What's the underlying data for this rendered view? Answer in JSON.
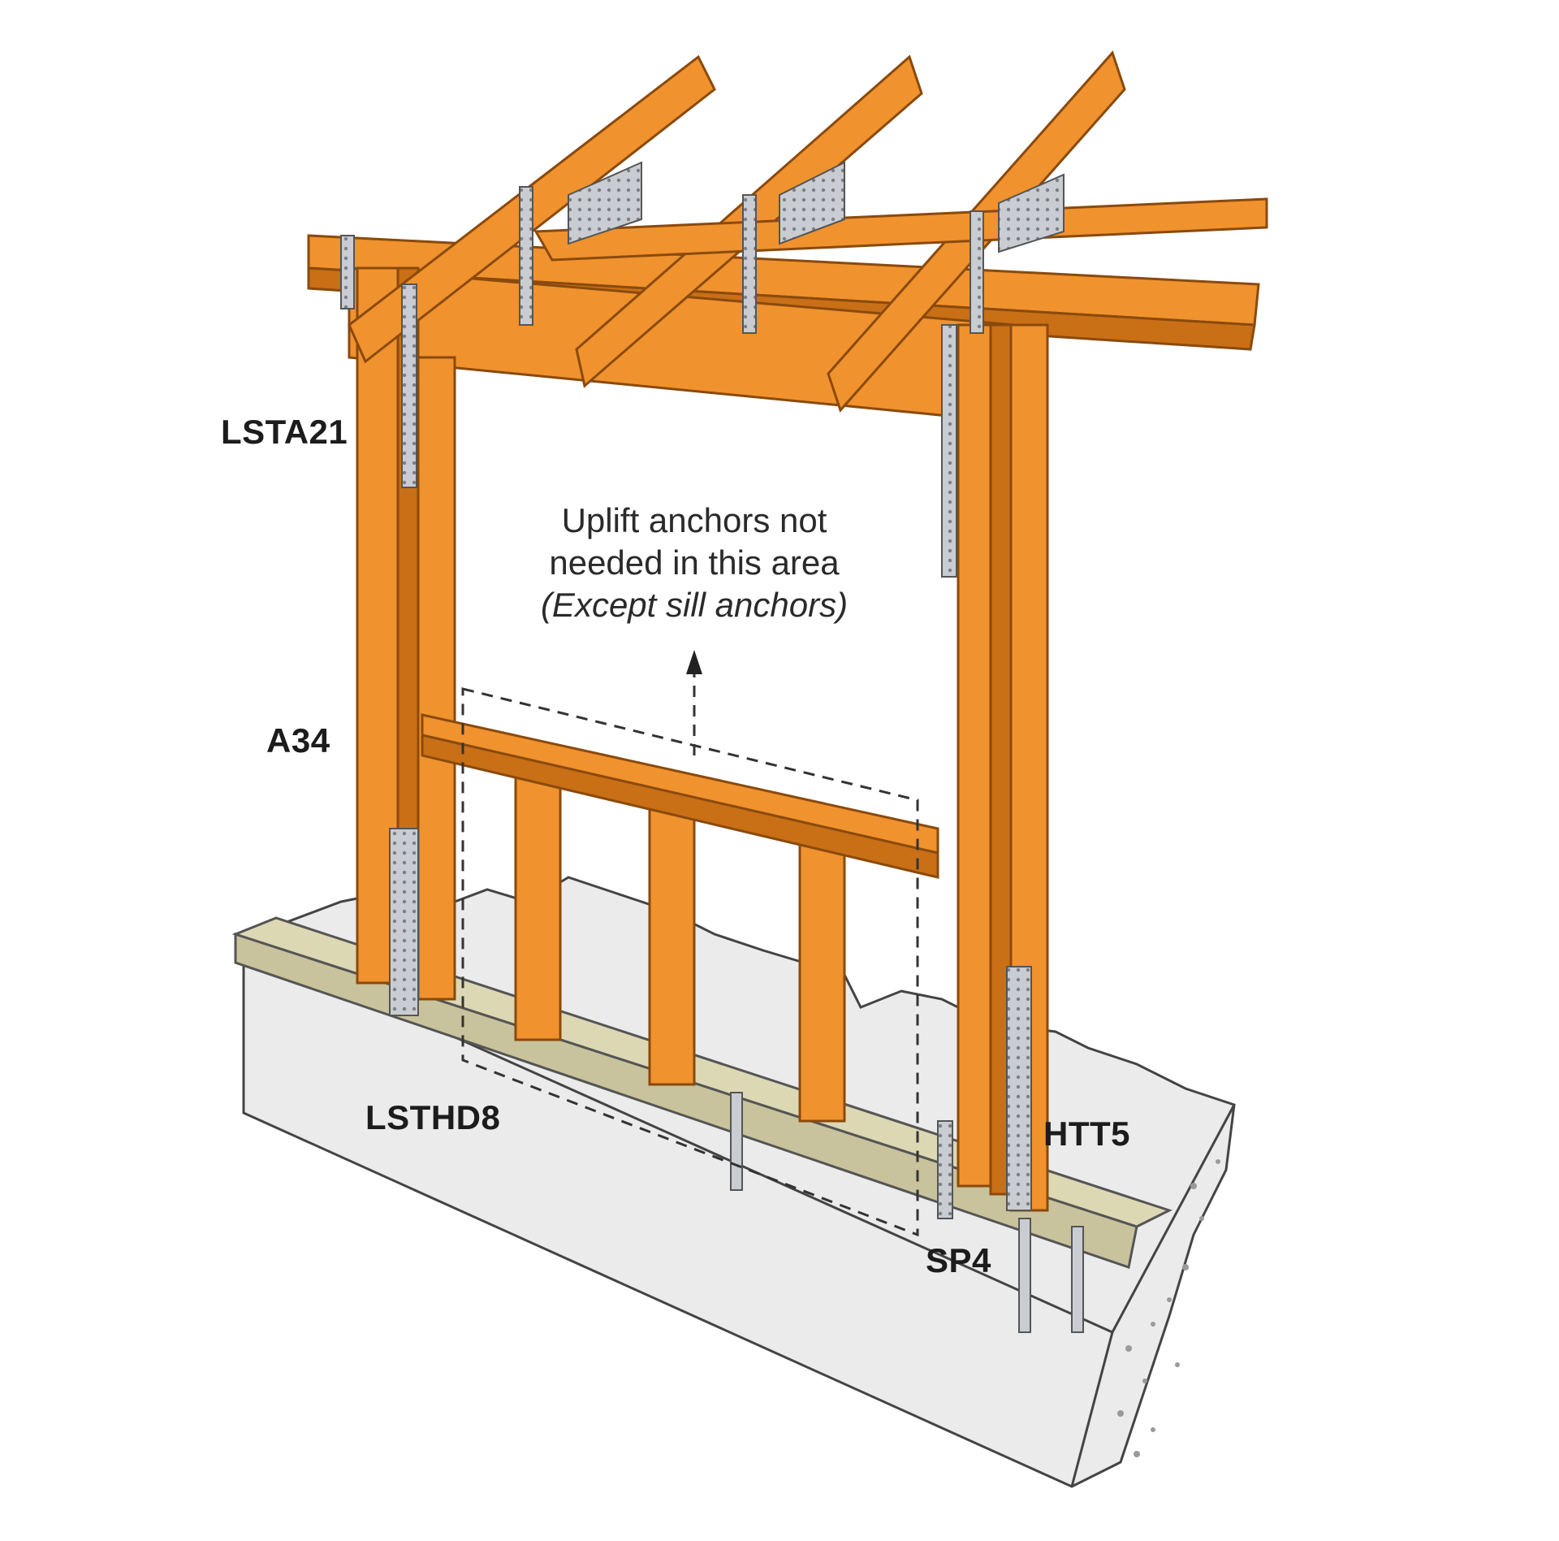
{
  "labels": {
    "lsta21": "LSTA21",
    "a34": "A34",
    "lsthd8": "LSTHD8",
    "htt5": "HTT5",
    "sp4": "SP4"
  },
  "note": {
    "line1": "Uplift anchors not",
    "line2": "needed in this area",
    "line3": "(Except sill anchors)"
  },
  "colors": {
    "lumber": "#f0922e",
    "lumber_dark": "#c96f16",
    "lumber_edge": "#8a4a0c",
    "metal": "#c9cdd2",
    "sill": "#c8c39c",
    "concrete": "#ebebec"
  }
}
